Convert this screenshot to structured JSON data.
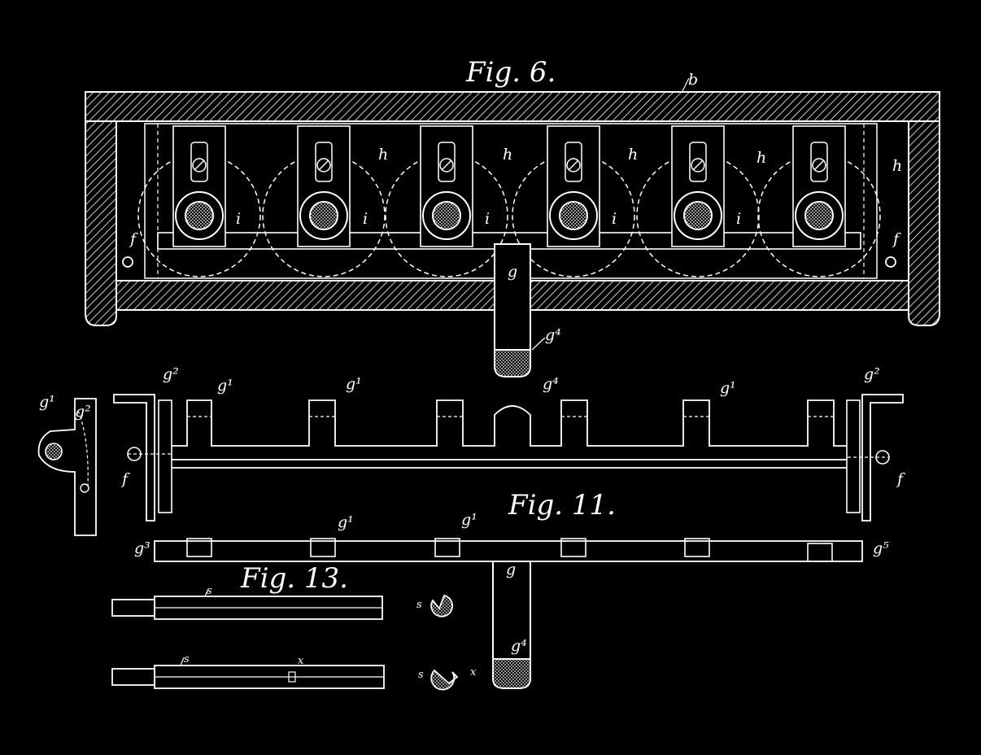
{
  "colors": {
    "background": "#000000",
    "ink": "#ffffff"
  },
  "figures": {
    "fig6": {
      "title": "Fig. 6.",
      "labels": {
        "b": "b",
        "h": "h",
        "i": "i",
        "f": "f",
        "g": "g",
        "g4": "g⁴"
      }
    },
    "fig11": {
      "title": "Fig. 11.",
      "labels": {
        "g1": "g¹",
        "g2": "g²",
        "g3": "g³",
        "g4": "g⁴",
        "f": "f",
        "g": "g",
        "g5": "g⁵"
      }
    },
    "fig13": {
      "title": "Fig. 13.",
      "labels": {
        "s": "s",
        "x": "x"
      }
    }
  }
}
